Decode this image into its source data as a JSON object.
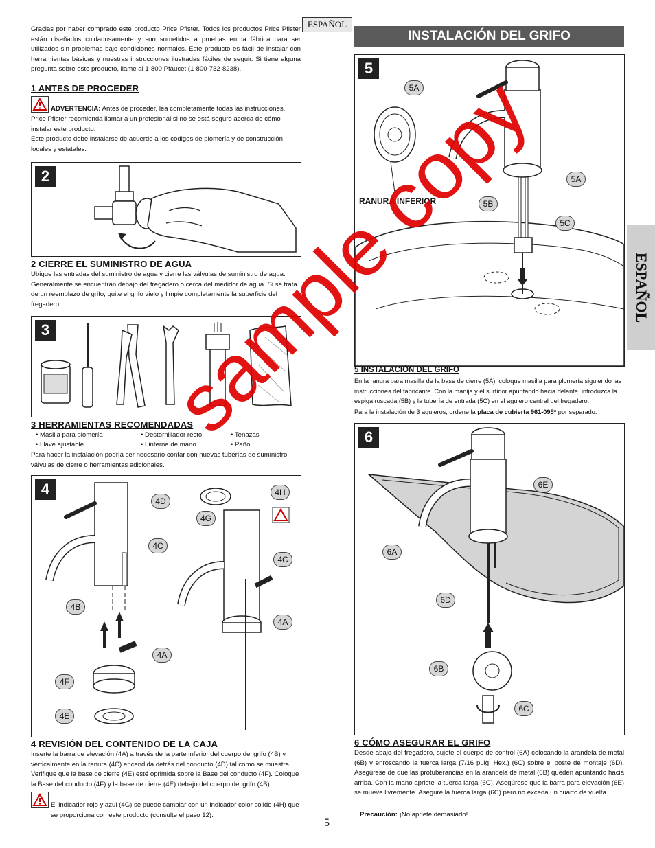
{
  "lang_tag": "ESPAÑOL",
  "section_title": "INSTALACIÓN DEL GRIFO",
  "side_tab": "ESPAÑOL",
  "intro": "Gracias por haber comprado este producto Price Pfister. Todos los productos Price Pfister están diseñados cuidadosamente y son sometidos a pruebas en la fábrica para ser utilizados sin problemas bajo condiciones normales. Este producto es fácil de instalar con herramientas básicas y nuestras instrucciones ilustradas fáciles de seguir. Si tiene alguna pregunta sobre este producto, llame al 1-800 Pfaucet (1-800-732-8238).",
  "s1": {
    "title": "1  ANTES DE PROCEDER",
    "warning_label": "ADVERTENCIA:",
    "warning_text": " Antes de proceder, lea completamente todas las instrucciones.",
    "line2": "Price Pfister recomienda llamar a un profesional si no se está seguro acerca de cómo instalar este producto.",
    "line3": "Este producto debe instalarse de acuerdo a los códigos de plomería y de construcción locales y estatales."
  },
  "s2": {
    "num": "2",
    "title": "2  CIERRE EL SUMINISTRO DE AGUA",
    "text": "Ubique las entradas del suministro de agua y cierre las válvulas de suministro de agua. Generalmente se encuentran debajo del fregadero o cerca del medidor de agua. Si se trata de un reemplazo de grifo, quite el grifo viejo y limpie completamente la superficie del fregadero."
  },
  "s3": {
    "num": "3",
    "title": "3  HERRAMIENTAS RECOMENDADAS",
    "tools": [
      "• Masilla para plomería",
      "• Destornillador recto",
      "• Tenazas",
      "• Llave ajustable",
      "• Linterna de mano",
      "• Paño"
    ],
    "text": "Para hacer la instalación podría ser necesario contar con nuevas tuberías de suministro, válvulas de cierre o herramientas adicionales."
  },
  "s4": {
    "num": "4",
    "title": "4  REVISIÓN DEL CONTENIDO DE LA CAJA",
    "text": "Inserte la barra de elevación (4A) a través de la parte inferior del cuerpo del grifo (4B) y verticalmente en la ranura (4C) encendida detrás del conducto (4D) tal como se muestra. Verifique que la base de cierre (4E) esté oprimida sobre la Base del conducto (4F). Coloque la Base del conducto (4F) y la base de cierre (4E) debajo del cuerpo del grifo (4B).",
    "note": "El indicador rojo y azul (4G) se puede cambiar con un indicador color sólido (4H) que se proporciona con este producto (consulte el paso 12).",
    "callouts": [
      "4D",
      "4H",
      "4G",
      "4C",
      "4C",
      "4B",
      "4A",
      "4A",
      "4F",
      "4E"
    ]
  },
  "s5": {
    "num": "5",
    "title": "5  INSTALACIÓN DEL GRIFO",
    "text": "En la ranura para masilla de la base de cierre (5A), coloque masilla para plomería siguiendo las instrucciones del fabricante. Con la manija y el surtidor apuntando hacia delante, introduzca la espiga roscada (5B) y la tubería de entrada (5C) en el agujero central del fregadero.",
    "text2": "Para la instalación de 3 agujeros, ordene la ",
    "text2_bold": "placa de cubierta 961-095*",
    "text2_end": " por separado.",
    "label": "RANURA INFERIOR",
    "callouts": [
      "5A",
      "5A",
      "5B",
      "5C"
    ]
  },
  "s6": {
    "num": "6",
    "title": "6  CÓMO ASEGURAR EL GRIFO",
    "text": "Desde abajo del fregadero, sujete el cuerpo de control (6A) colocando la arandela de metal (6B) y enroscando la tuerca larga (7/16 pulg. Hex.) (6C) sobre el poste de montaje (6D). Asegúrese de que las protuberancias en la arandela de metal (6B) queden apuntando hacia arriba. Con la mano apriete la tuerca larga (6C). Asegúrese que la barra para elevación (6E) se mueve livremente. Asegure la tuerca larga (6C) pero no exceda un cuarto de vuelta.",
    "caution_label": "Precaución:",
    "caution_text": " ¡No apriete demasiado!",
    "callouts": [
      "6E",
      "6A",
      "6D",
      "6B",
      "6C"
    ]
  },
  "page_number": "5",
  "watermark": "sample copy"
}
